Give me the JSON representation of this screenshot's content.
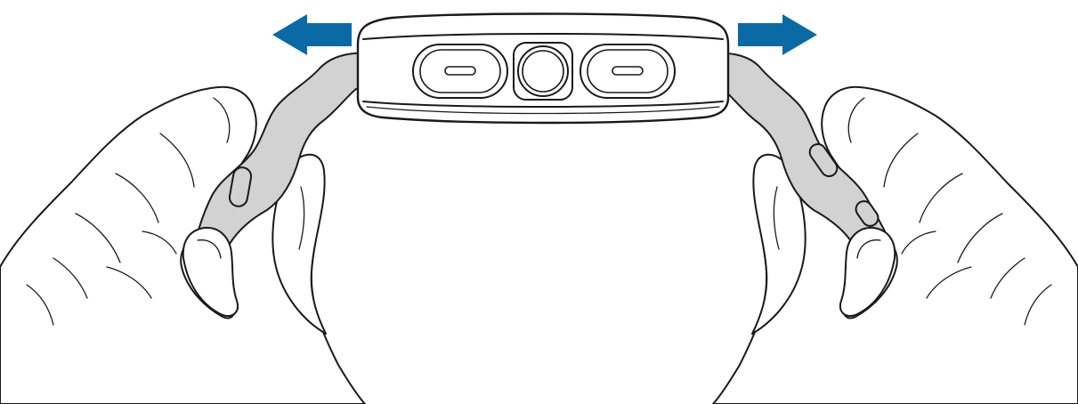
{
  "figure": {
    "subject": "watch-strap-removal",
    "arrows": [
      {
        "direction": "left",
        "icon": "arrow-left-icon"
      },
      {
        "direction": "right",
        "icon": "arrow-right-icon"
      }
    ],
    "colors": {
      "arrow": "#0a6aa6",
      "strap": "#d2d2d2",
      "outline": "#1a1a1a",
      "background": "#ffffff"
    }
  }
}
